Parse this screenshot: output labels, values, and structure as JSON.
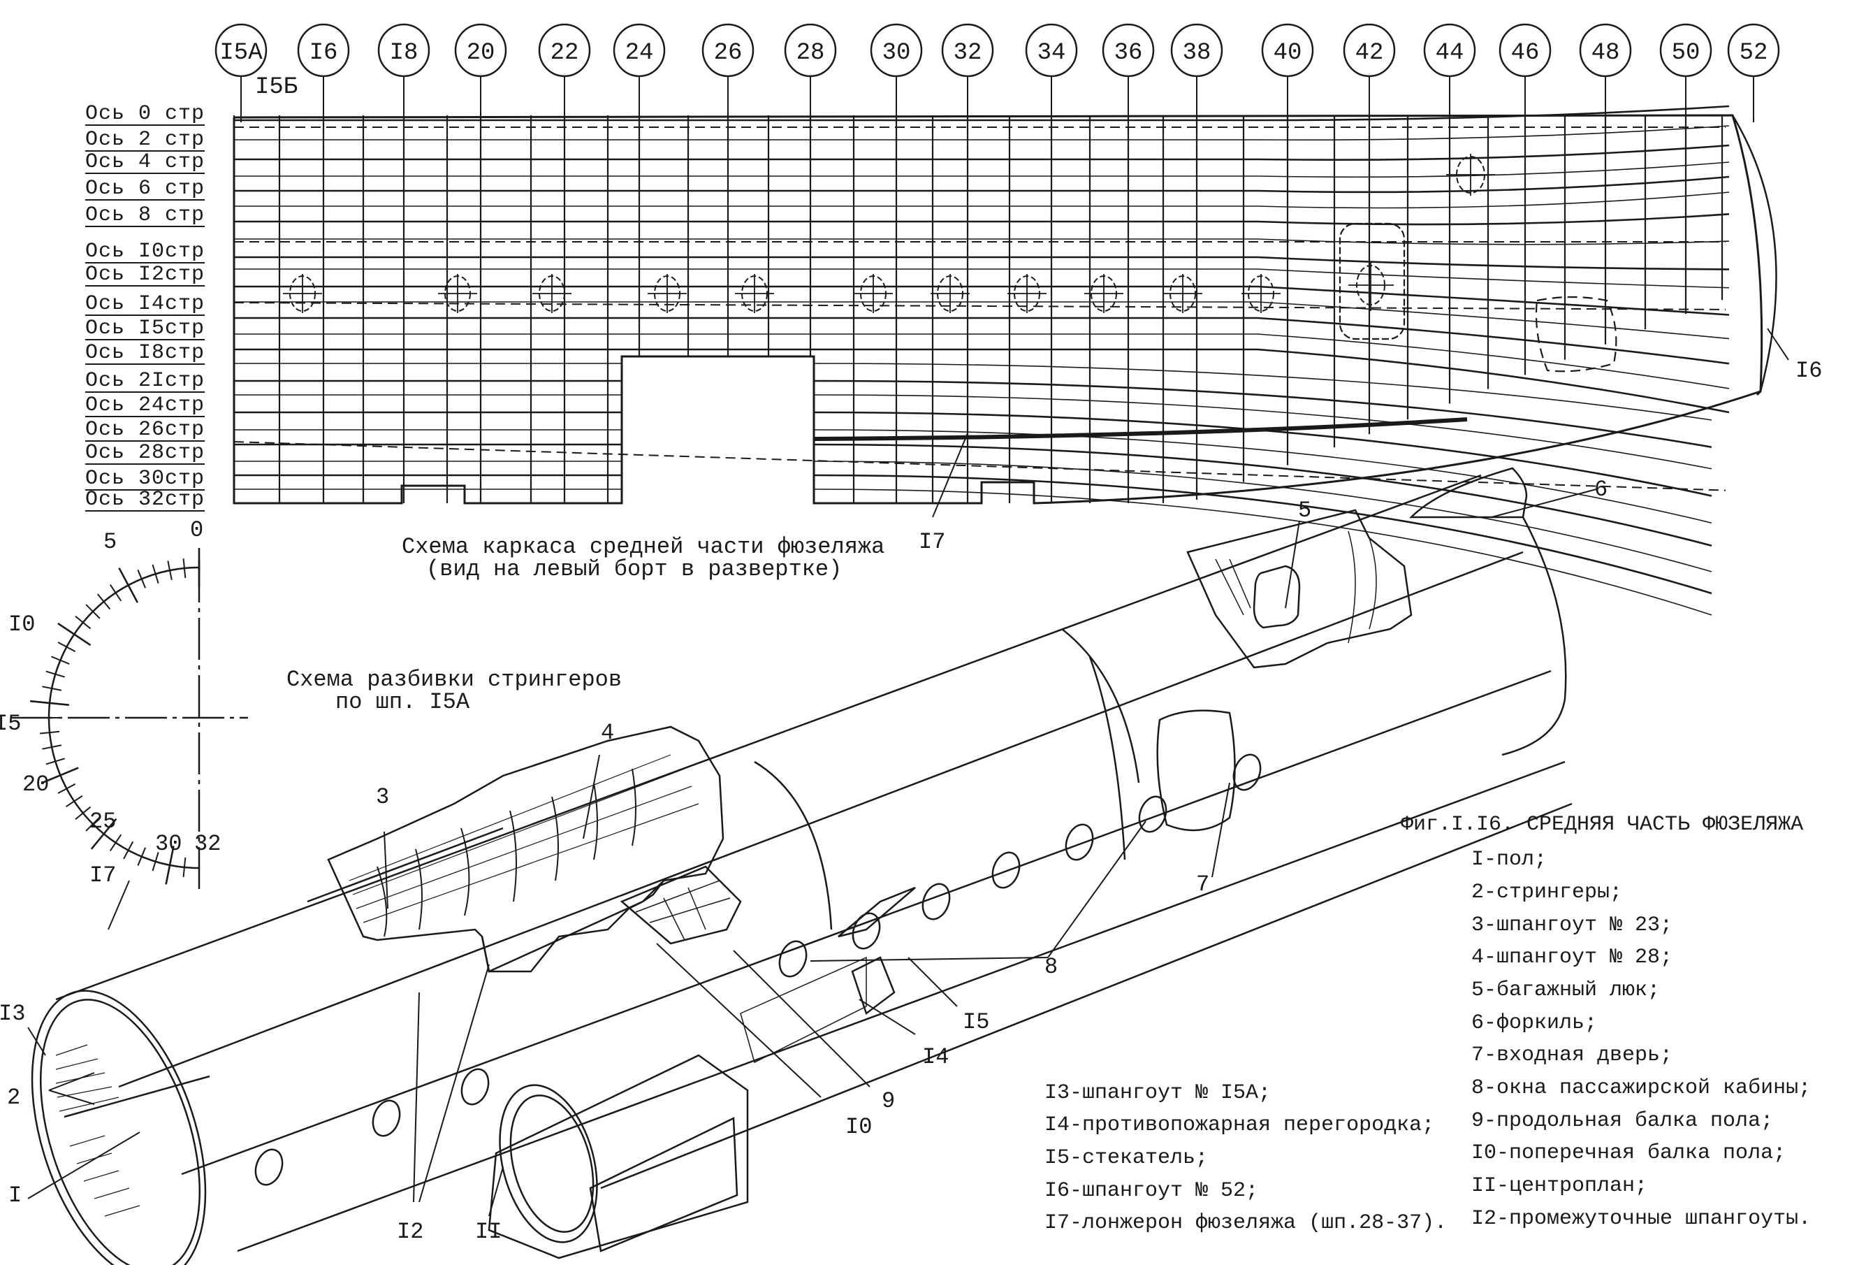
{
  "frame_numbers": [
    "I5A",
    "I6",
    "I8",
    "20",
    "22",
    "24",
    "26",
    "28",
    "30",
    "32",
    "34",
    "36",
    "38",
    "40",
    "42",
    "44",
    "46",
    "48",
    "50",
    "52"
  ],
  "frame_sub_label": "I5Б",
  "stringer_axes": [
    "Ось 0 стр",
    "Ось 2 стр",
    "Ось 4 стр",
    "Ось 6 стр",
    "Ось 8 стр",
    "Ось I0стр",
    "Ось I2стр",
    "Ось I4стр",
    "Ось I5стр",
    "Ось I8стр",
    "Ось 2Iстр",
    "Ось 24стр",
    "Ось 26стр",
    "Ось 28стр",
    "Ось 30стр",
    "Ось 32стр"
  ],
  "skeleton_caption": {
    "line1": "Схема каркаса средней части фюзеляжа",
    "line2": "(вид на левый борт в развертке)"
  },
  "stringer_scheme_caption": {
    "line1": "Схема разбивки стрингеров",
    "line2": "по шп. I5A"
  },
  "stringer_scheme_ticks": [
    "0",
    "5",
    "I0",
    "I5",
    "20",
    "25",
    "30",
    "32"
  ],
  "stringer_scheme_callout": "I7",
  "figure_title": "Фиг.I.I6. СРЕДНЯЯ ЧАСТЬ ФЮЗЕЛЯЖА",
  "legend_right": [
    "I-пол;",
    "2-стрингеры;",
    "3-шпангоут № 23;",
    "4-шпангоут № 28;",
    "5-багажный люк;",
    "6-форкиль;",
    "7-входная дверь;",
    "8-окна пассажирской кабины;",
    "9-продольная балка пола;",
    "I0-поперечная балка пола;",
    "II-центроплан;",
    "I2-промежуточные шпангоуты."
  ],
  "legend_left": [
    "I3-шпангоут № I5A;",
    "I4-противопожарная перегородка;",
    "I5-стекатель;",
    "I6-шпангоут № 52;",
    "I7-лонжерон фюзеляжа (шп.28-37)."
  ],
  "callouts": {
    "c1": "I",
    "c2": "2",
    "c3": "3",
    "c4": "4",
    "c5": "5",
    "c6": "6",
    "c7": "7",
    "c8": "8",
    "c9": "9",
    "c10": "I0",
    "c11": "II",
    "c12": "I2",
    "c13": "I3",
    "c14": "I4",
    "c15": "I5",
    "c16": "I6",
    "c17": "I7",
    "c17b": "I7"
  }
}
